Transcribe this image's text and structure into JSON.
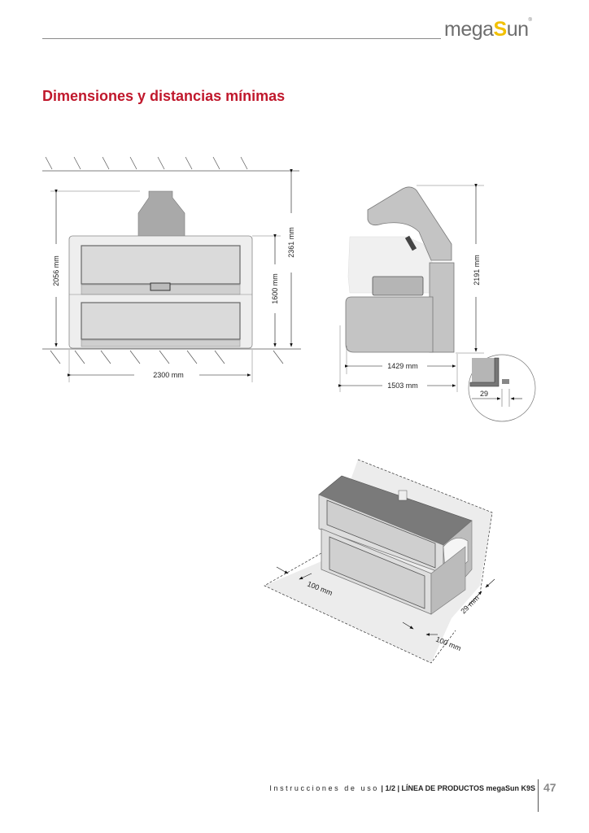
{
  "header": {
    "logo_text_1": "mega",
    "logo_text_s": "S",
    "logo_text_2": "un",
    "logo_mark": "®"
  },
  "title": "Dimensiones y distancias mínimas",
  "front_view": {
    "height_total": "2056 mm",
    "height_body": "1600 mm",
    "height_ceiling": "2361 mm",
    "width": "2300 mm"
  },
  "side_view": {
    "height": "2191 mm",
    "depth_inner": "1429 mm",
    "depth_outer": "1503 mm",
    "detail_gap": "29"
  },
  "iso_view": {
    "clearance_front": "100 mm",
    "clearance_wall": "29 mm",
    "clearance_side": "100 mm"
  },
  "footer": {
    "doc": "Instrucciones de uso",
    "part": "| 1/2 | LÍNEA DE PRODUCTOS  megaSun K9S",
    "page": "47"
  },
  "colors": {
    "accent": "#c0182c",
    "logo_yellow": "#f2c000"
  }
}
